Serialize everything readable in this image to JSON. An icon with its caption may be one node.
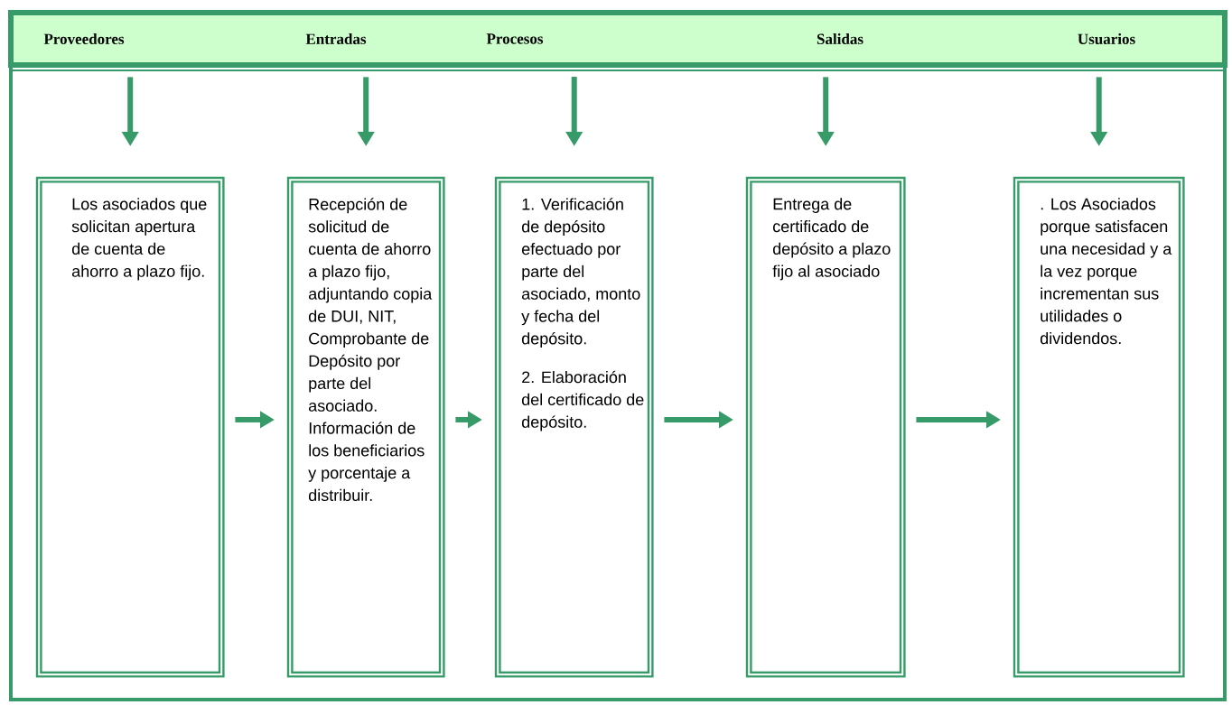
{
  "diagram": {
    "nodes": [
      {
        "text": [
          "Proveedores"
        ]
      },
      {
        "text": [
          "Entradas"
        ]
      },
      {
        "text": [
          "Procesos"
        ]
      },
      {
        "text": [
          "Salidas"
        ]
      },
      {
        "text": [
          "Usuarios"
        ]
      },
      {
        "text": [
          "Los asociados que solicitan apertura de cuenta de ahorro a plazo fijo."
        ]
      },
      {
        "text": [
          "Recepción de solicitud de cuenta de ahorro a plazo fijo, adjuntando copia de DUI, NIT, Comprobante de Depósito por parte del asociado. Información de los beneficiarios y porcentaje a distribuir."
        ]
      },
      {
        "text": [
          "1. Verificación de depósito efectuado por parte del asociado, monto y fecha del depósito.",
          "2. Elaboración del certificado de depósito."
        ]
      },
      {
        "text": [
          "Entrega de certificado de depósito a plazo fijo al asociado"
        ]
      },
      {
        "text": [
          ". Los Asociados porque satisfacen una necesidad y a la vez porque incrementan sus utilidades o dividendos."
        ]
      }
    ],
    "edges": [
      {
        "from": 0,
        "to": 5,
        "arrow": "to"
      },
      {
        "from": 1,
        "to": 6,
        "arrow": "to"
      },
      {
        "from": 2,
        "to": 7,
        "arrow": "to"
      },
      {
        "from": 3,
        "to": 8,
        "arrow": "to"
      },
      {
        "from": 4,
        "to": 9,
        "arrow": "to"
      },
      {
        "from": 5,
        "to": 6,
        "arrow": "to"
      },
      {
        "from": 6,
        "to": 7,
        "arrow": "to"
      },
      {
        "from": 7,
        "to": 8,
        "arrow": "to"
      },
      {
        "from": 8,
        "to": 9,
        "arrow": "to"
      }
    ]
  }
}
